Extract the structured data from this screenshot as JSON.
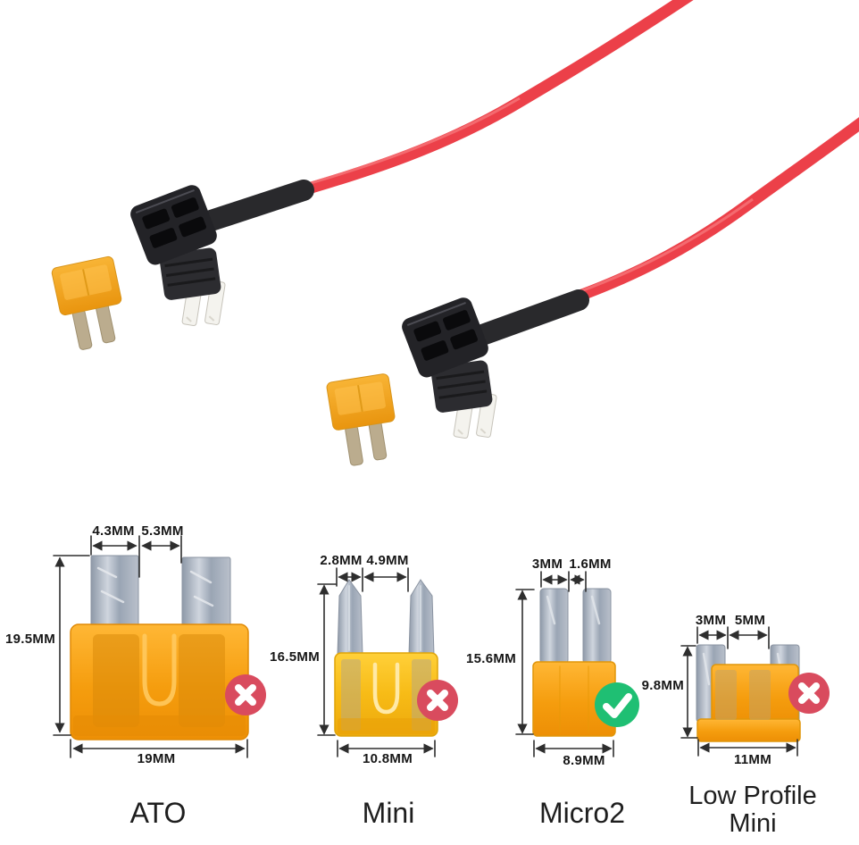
{
  "photo": {
    "items": [
      {
        "name": "fuse-tap-adapter-1",
        "parts": [
          "black-connector-head",
          "fuse-socket",
          "metal-blades",
          "red-wire",
          "heat-shrink"
        ]
      },
      {
        "name": "fuse-tap-adapter-2",
        "parts": [
          "black-connector-head",
          "fuse-socket",
          "metal-blades",
          "red-wire",
          "heat-shrink"
        ]
      },
      {
        "name": "loose-micro2-fuse-1"
      },
      {
        "name": "loose-micro2-fuse-2"
      }
    ],
    "colors": {
      "wire_red": "#ec4049",
      "heat_shrink_black": "#29292c",
      "connector_black": "#232327",
      "blade_white": "#f4f3ee",
      "fuse_body_orange": "#f2a532",
      "fuse_leg_tan": "#bbac8e"
    }
  },
  "diagram": {
    "colors": {
      "accept_green": "#1fbf73",
      "reject_red": "#d94b5e",
      "dimension_line": "#2e2e2e",
      "label_text": "#161616",
      "ato_body_orange": "#f59d0e",
      "mini_body_yellow": "#f7bb16",
      "blade_silver": "#a8b1bf"
    },
    "fuses": [
      {
        "id": "ato",
        "name": "ATO",
        "terminal_width": "4.3MM",
        "terminal_gap": "5.3MM",
        "height": "19.5MM",
        "width": "19MM",
        "status": "rejected"
      },
      {
        "id": "mini",
        "name": "Mini",
        "terminal_width": "2.8MM",
        "terminal_gap": "4.9MM",
        "height": "16.5MM",
        "width": "10.8MM",
        "status": "rejected"
      },
      {
        "id": "micro2",
        "name": "Micro2",
        "terminal_width": "3MM",
        "terminal_gap": "1.6MM",
        "height": "15.6MM",
        "width": "8.9MM",
        "status": "accepted"
      },
      {
        "id": "low-profile-mini",
        "name": "Low Profile Mini",
        "name_lines": [
          "Low Profile",
          "Mini"
        ],
        "terminal_width": "3MM",
        "terminal_gap": "5MM",
        "height": "9.8MM",
        "width": "11MM",
        "status": "rejected"
      }
    ]
  }
}
